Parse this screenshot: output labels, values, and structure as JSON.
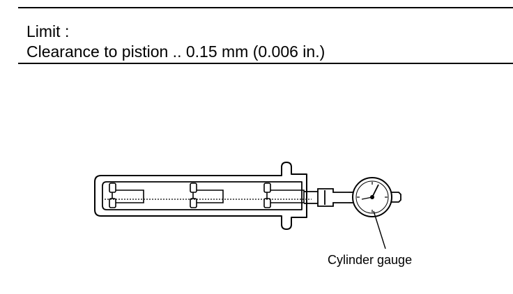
{
  "spec": {
    "limit_label": "Limit  :",
    "clearance_line": "Clearance to pistion ..  0.15 mm (0.006 in.)"
  },
  "figure": {
    "callout_label": "Cylinder gauge"
  },
  "colors": {
    "ink": "#000000",
    "background": "#ffffff"
  }
}
